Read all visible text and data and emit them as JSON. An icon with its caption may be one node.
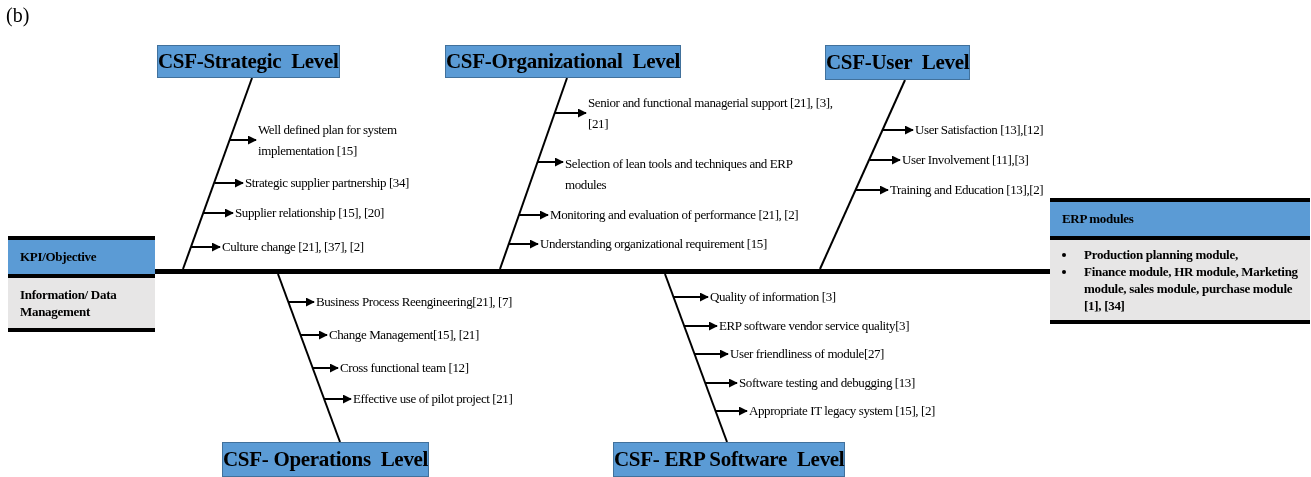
{
  "diagram": {
    "nodes": [
      {
        "text": [
          "KPI/Objective",
          "Information/ Data Management"
        ]
      },
      {
        "text": [
          "CSF-Strategic  Level"
        ]
      },
      {
        "text": [
          "Well defined plan for system implementation [15]"
        ]
      },
      {
        "text": [
          "Strategic supplier partnership [34]"
        ]
      },
      {
        "text": [
          "Supplier relationship [15], [20]"
        ]
      },
      {
        "text": [
          "Culture change [21], [37], [2]"
        ]
      },
      {
        "text": [
          "CSF-Organizational  Level"
        ]
      },
      {
        "text": [
          "Senior and functional managerial support [21], [3], [21]"
        ]
      },
      {
        "text": [
          "Selection of lean tools and techniques and ERP modules"
        ]
      },
      {
        "text": [
          "Monitoring and evaluation of performance [21], [2]"
        ]
      },
      {
        "text": [
          "Understanding organizational requirement [15]"
        ]
      },
      {
        "text": [
          "CSF-User  Level"
        ]
      },
      {
        "text": [
          "User Satisfaction [13],[12]"
        ]
      },
      {
        "text": [
          "User Involvement [11],[3]"
        ]
      },
      {
        "text": [
          "Training and Education [13],[2]"
        ]
      },
      {
        "text": [
          "ERP modules",
          "Production planning module,",
          "Finance module, HR module, Marketing module, sales module, purchase module [1], [34]"
        ]
      },
      {
        "text": [
          "CSF- Operations  Level"
        ]
      },
      {
        "text": [
          "Business Process Reengineering[21], [7]"
        ]
      },
      {
        "text": [
          "Change Management[15], [21]"
        ]
      },
      {
        "text": [
          "Cross functional team [12]"
        ]
      },
      {
        "text": [
          "Effective use of pilot project [21]"
        ]
      },
      {
        "text": [
          "CSF- ERP Software  Level"
        ]
      },
      {
        "text": [
          "Quality of information [3]"
        ]
      },
      {
        "text": [
          "ERP software vendor service quality[3]"
        ]
      },
      {
        "text": [
          "User friendliness of module[27]"
        ]
      },
      {
        "text": [
          "Software testing and debugging [13]"
        ]
      },
      {
        "text": [
          "Appropriate IT legacy system [15], [2]"
        ]
      },
      {
        "text": [],
        "shape": "bar"
      }
    ],
    "edges": [
      {
        "from": 1,
        "to": 27,
        "arrow": "none"
      },
      {
        "from": null,
        "to": 2,
        "arrow": "to"
      },
      {
        "from": null,
        "to": 3,
        "arrow": "to"
      },
      {
        "from": null,
        "to": 4,
        "arrow": "to"
      },
      {
        "from": null,
        "to": 5,
        "arrow": "to"
      },
      {
        "from": 6,
        "to": 27,
        "arrow": "none"
      },
      {
        "from": null,
        "to": 7,
        "arrow": "to"
      },
      {
        "from": null,
        "to": 8,
        "arrow": "to"
      },
      {
        "from": null,
        "to": 9,
        "arrow": "to"
      },
      {
        "from": null,
        "to": 10,
        "arrow": "to"
      },
      {
        "from": 11,
        "to": 27,
        "arrow": "none"
      },
      {
        "from": null,
        "to": 12,
        "arrow": "to"
      },
      {
        "from": null,
        "to": 13,
        "arrow": "to"
      },
      {
        "from": null,
        "to": 14,
        "arrow": "to"
      },
      {
        "from": 16,
        "to": 27,
        "arrow": "none"
      },
      {
        "from": null,
        "to": 17,
        "arrow": "to"
      },
      {
        "from": null,
        "to": 18,
        "arrow": "to"
      },
      {
        "from": null,
        "to": 19,
        "arrow": "to"
      },
      {
        "from": null,
        "to": 20,
        "arrow": "to"
      },
      {
        "from": 21,
        "to": 27,
        "arrow": "none"
      },
      {
        "from": null,
        "to": 22,
        "arrow": "to"
      },
      {
        "from": null,
        "to": 23,
        "arrow": "to"
      },
      {
        "from": null,
        "to": 24,
        "arrow": "to"
      },
      {
        "from": null,
        "to": 25,
        "arrow": "to"
      },
      {
        "from": null,
        "to": 26,
        "arrow": "to"
      }
    ],
    "labels": [
      "(b)"
    ]
  }
}
